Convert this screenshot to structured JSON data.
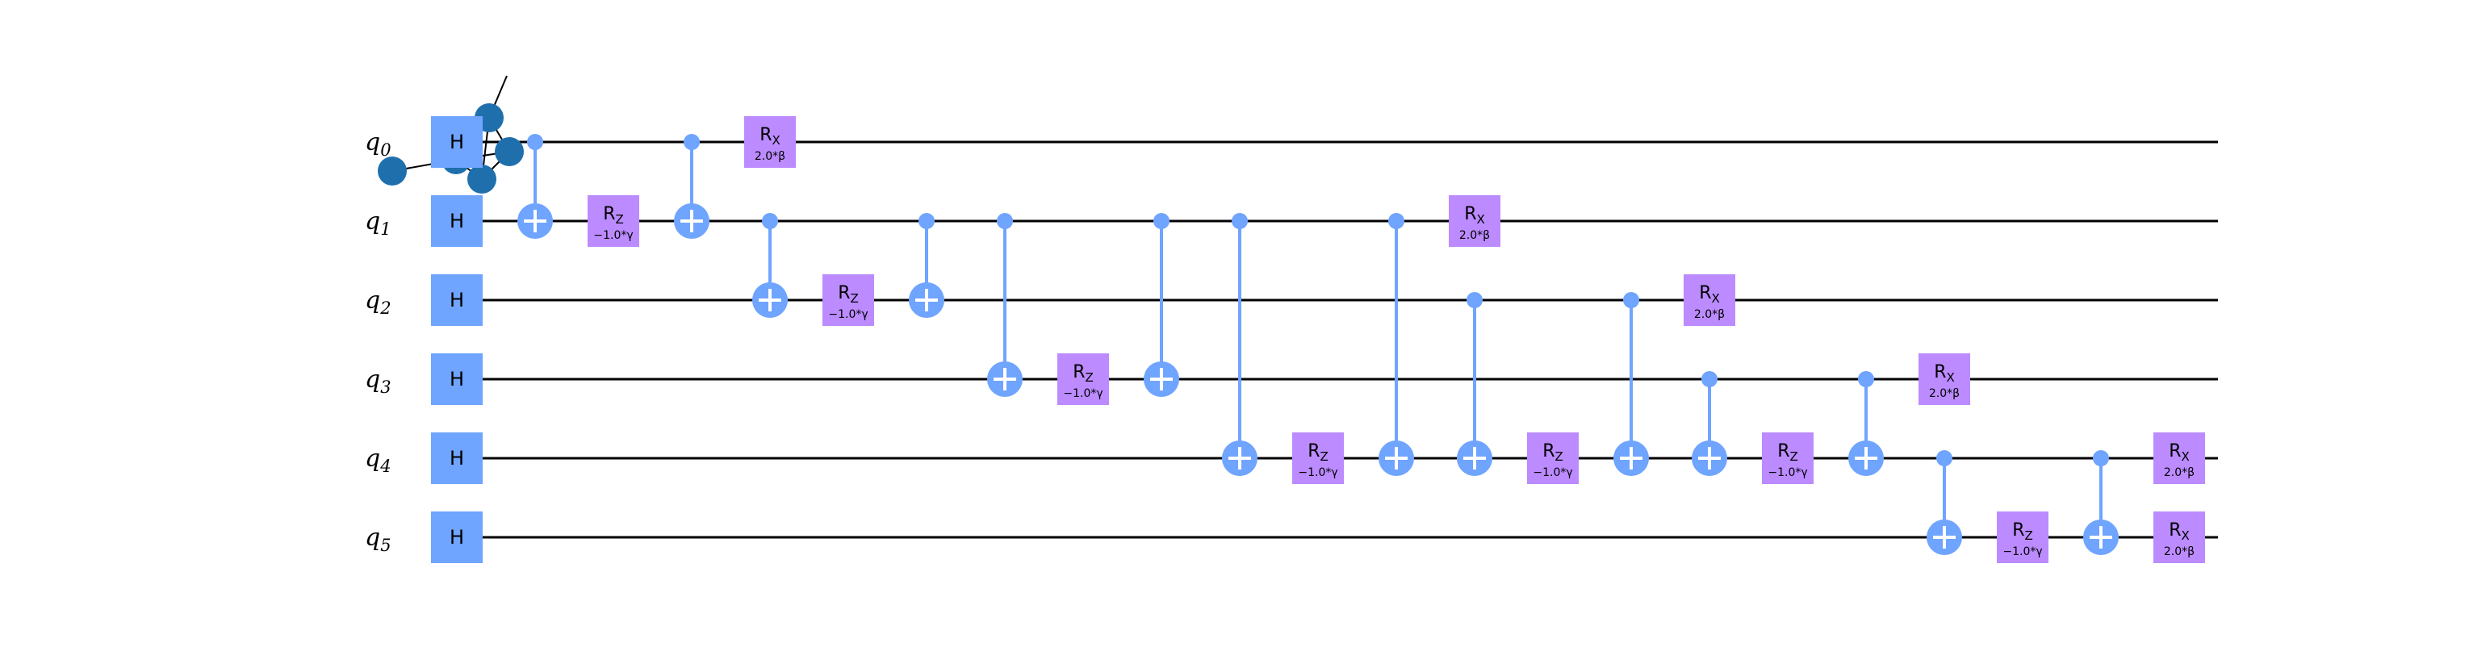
{
  "qubits": [
    {
      "base": "q",
      "index": "0"
    },
    {
      "base": "q",
      "index": "1"
    },
    {
      "base": "q",
      "index": "2"
    },
    {
      "base": "q",
      "index": "3"
    },
    {
      "base": "q",
      "index": "4"
    },
    {
      "base": "q",
      "index": "5"
    }
  ],
  "colors": {
    "wire": "#000000",
    "h_gate": "#6fa4ff",
    "cx": "#6fa4ff",
    "param_gate": "#bb8bff",
    "decor": "#1f6fad"
  },
  "gates": [
    {
      "type": "H",
      "label": "H",
      "qubit": 0,
      "col": 0
    },
    {
      "type": "H",
      "label": "H",
      "qubit": 1,
      "col": 0
    },
    {
      "type": "H",
      "label": "H",
      "qubit": 2,
      "col": 0
    },
    {
      "type": "H",
      "label": "H",
      "qubit": 3,
      "col": 0
    },
    {
      "type": "H",
      "label": "H",
      "qubit": 4,
      "col": 0
    },
    {
      "type": "H",
      "label": "H",
      "qubit": 5,
      "col": 0
    },
    {
      "type": "CX",
      "control": 0,
      "target": 1,
      "col": 1
    },
    {
      "type": "RZ",
      "base": "R",
      "sub": "Z",
      "param": "−1.0*γ",
      "qubit": 1,
      "col": 2
    },
    {
      "type": "CX",
      "control": 0,
      "target": 1,
      "col": 3
    },
    {
      "type": "RX",
      "base": "R",
      "sub": "X",
      "param": "2.0*β",
      "qubit": 0,
      "col": 4
    },
    {
      "type": "CX",
      "control": 1,
      "target": 2,
      "col": 4
    },
    {
      "type": "RZ",
      "base": "R",
      "sub": "Z",
      "param": "−1.0*γ",
      "qubit": 2,
      "col": 5
    },
    {
      "type": "CX",
      "control": 1,
      "target": 2,
      "col": 6
    },
    {
      "type": "CX",
      "control": 1,
      "target": 3,
      "col": 7
    },
    {
      "type": "RZ",
      "base": "R",
      "sub": "Z",
      "param": "−1.0*γ",
      "qubit": 3,
      "col": 8
    },
    {
      "type": "CX",
      "control": 1,
      "target": 3,
      "col": 9
    },
    {
      "type": "CX",
      "control": 1,
      "target": 4,
      "col": 10
    },
    {
      "type": "RZ",
      "base": "R",
      "sub": "Z",
      "param": "−1.0*γ",
      "qubit": 4,
      "col": 11
    },
    {
      "type": "CX",
      "control": 1,
      "target": 4,
      "col": 12
    },
    {
      "type": "RX",
      "base": "R",
      "sub": "X",
      "param": "2.0*β",
      "qubit": 1,
      "col": 13
    },
    {
      "type": "CX",
      "control": 2,
      "target": 4,
      "col": 13
    },
    {
      "type": "RZ",
      "base": "R",
      "sub": "Z",
      "param": "−1.0*γ",
      "qubit": 4,
      "col": 14
    },
    {
      "type": "CX",
      "control": 2,
      "target": 4,
      "col": 15
    },
    {
      "type": "RX",
      "base": "R",
      "sub": "X",
      "param": "2.0*β",
      "qubit": 2,
      "col": 16
    },
    {
      "type": "CX",
      "control": 3,
      "target": 4,
      "col": 16
    },
    {
      "type": "RZ",
      "base": "R",
      "sub": "Z",
      "param": "−1.0*γ",
      "qubit": 4,
      "col": 17
    },
    {
      "type": "CX",
      "control": 3,
      "target": 4,
      "col": 18
    },
    {
      "type": "RX",
      "base": "R",
      "sub": "X",
      "param": "2.0*β",
      "qubit": 3,
      "col": 19
    },
    {
      "type": "CX",
      "control": 4,
      "target": 5,
      "col": 19
    },
    {
      "type": "RZ",
      "base": "R",
      "sub": "Z",
      "param": "−1.0*γ",
      "qubit": 5,
      "col": 20
    },
    {
      "type": "CX",
      "control": 4,
      "target": 5,
      "col": 21
    },
    {
      "type": "RX",
      "base": "R",
      "sub": "X",
      "param": "2.0*β",
      "qubit": 4,
      "col": 22
    },
    {
      "type": "RX",
      "base": "R",
      "sub": "X",
      "param": "2.0*β",
      "qubit": 5,
      "col": 22
    }
  ]
}
